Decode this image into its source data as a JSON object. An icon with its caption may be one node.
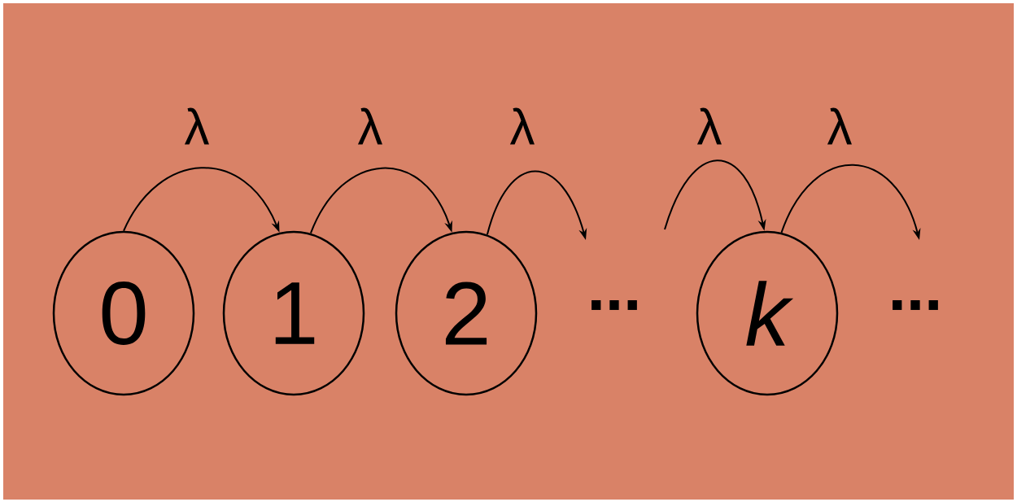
{
  "diagram": {
    "nodes": [
      {
        "text": [
          "0"
        ]
      },
      {
        "text": [
          "1"
        ]
      },
      {
        "text": [
          "2"
        ]
      },
      {
        "text": [
          "k"
        ]
      }
    ],
    "edges": [
      {
        "from": 0,
        "to": 1,
        "arrow": "to",
        "label": "λ"
      },
      {
        "from": 1,
        "to": 2,
        "arrow": "to",
        "label": "λ"
      },
      {
        "from": 2,
        "to": null,
        "arrow": "to",
        "label": "λ"
      },
      {
        "from": null,
        "to": 3,
        "arrow": "to",
        "label": "λ"
      },
      {
        "from": 3,
        "to": null,
        "arrow": "to",
        "label": "λ"
      }
    ],
    "labels": [
      "...",
      "..."
    ]
  }
}
